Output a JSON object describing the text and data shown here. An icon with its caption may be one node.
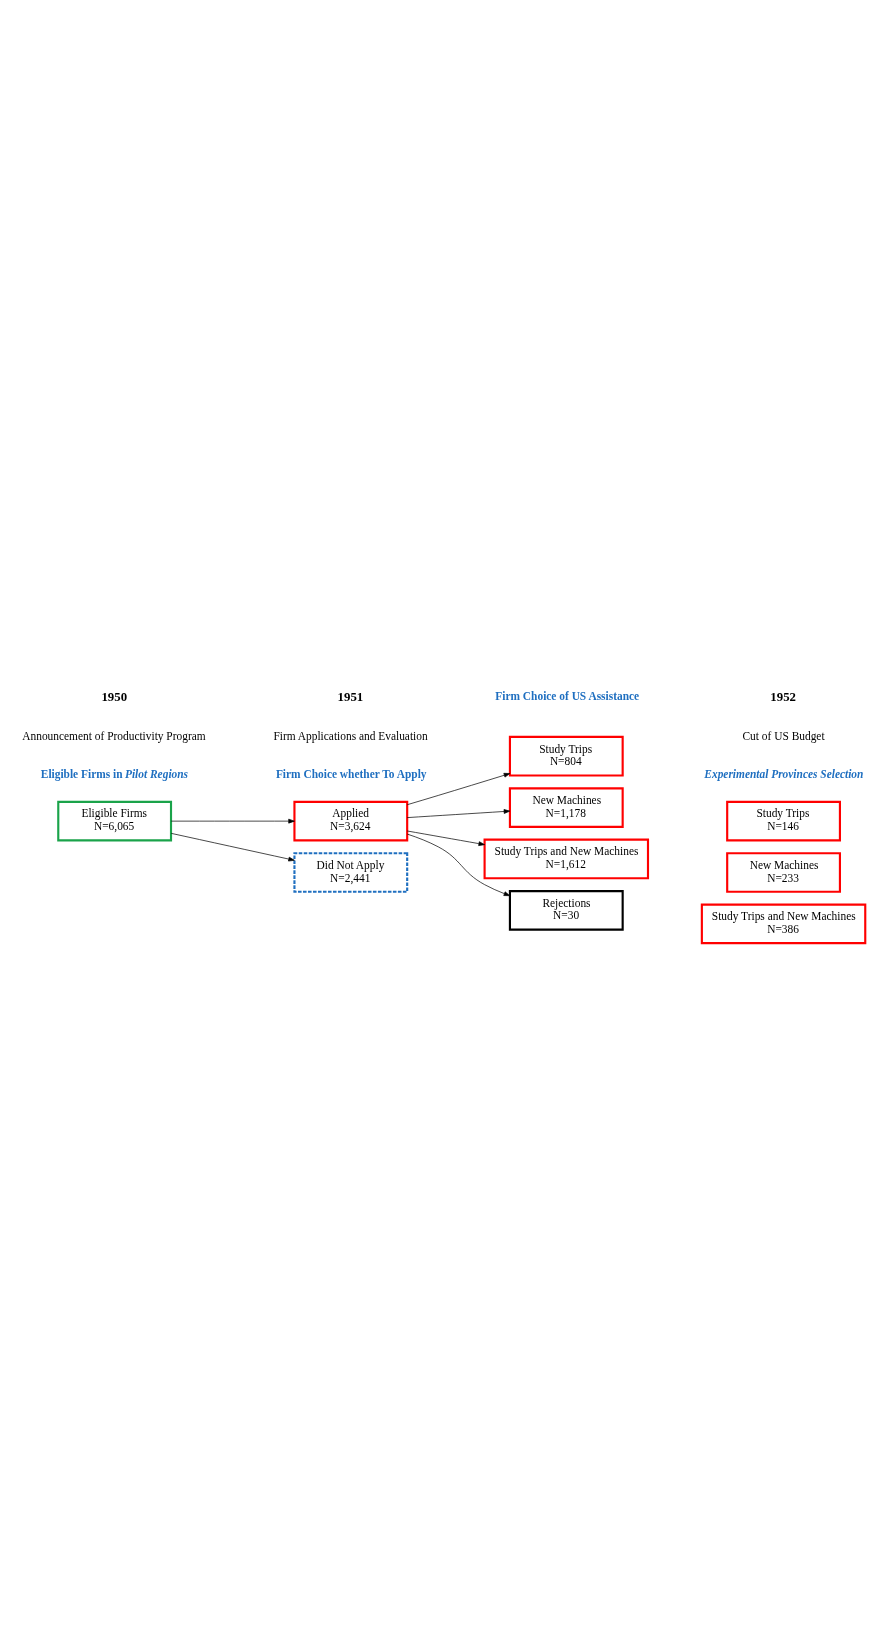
{
  "diagram": {
    "nodes": [
      {
        "text": [
          "Eligible Firms",
          "N=6,065"
        ]
      },
      {
        "text": [
          "Applied",
          "N=3,624"
        ]
      },
      {
        "text": [
          "Did Not Apply",
          "N=2,441"
        ]
      },
      {
        "text": [
          "Study Trips",
          "N=804"
        ]
      },
      {
        "text": [
          "New Machines",
          "N=1,178"
        ]
      },
      {
        "text": [
          "Study Trips and New Machines",
          "N=1,612"
        ]
      },
      {
        "text": [
          "Rejections",
          "N=30"
        ]
      },
      {
        "text": [
          "Study Trips",
          "N=146"
        ]
      },
      {
        "text": [
          "New Machines",
          "N=233"
        ]
      },
      {
        "text": [
          "Study Trips and New Machines",
          "N=386"
        ]
      }
    ],
    "edges": [
      {
        "from": 0,
        "to": 1,
        "arrow": "to"
      },
      {
        "from": 0,
        "to": 2,
        "arrow": "to"
      },
      {
        "from": 1,
        "to": 3,
        "arrow": "to"
      },
      {
        "from": 1,
        "to": 4,
        "arrow": "to"
      },
      {
        "from": 1,
        "to": 5,
        "arrow": "to"
      },
      {
        "from": 1,
        "to": 6,
        "arrow": "to"
      }
    ],
    "labels": [
      "1950",
      "Announcement of Productivity Program",
      "1951",
      "Firm Applications and Evaluation",
      "1952",
      "Cut of US Budget",
      "Eligible Firms in *Pilot Regions*",
      "Firm Choice whether To Apply",
      "Firm Choice of US Assistance",
      "Experimental Provinces Selection"
    ]
  }
}
